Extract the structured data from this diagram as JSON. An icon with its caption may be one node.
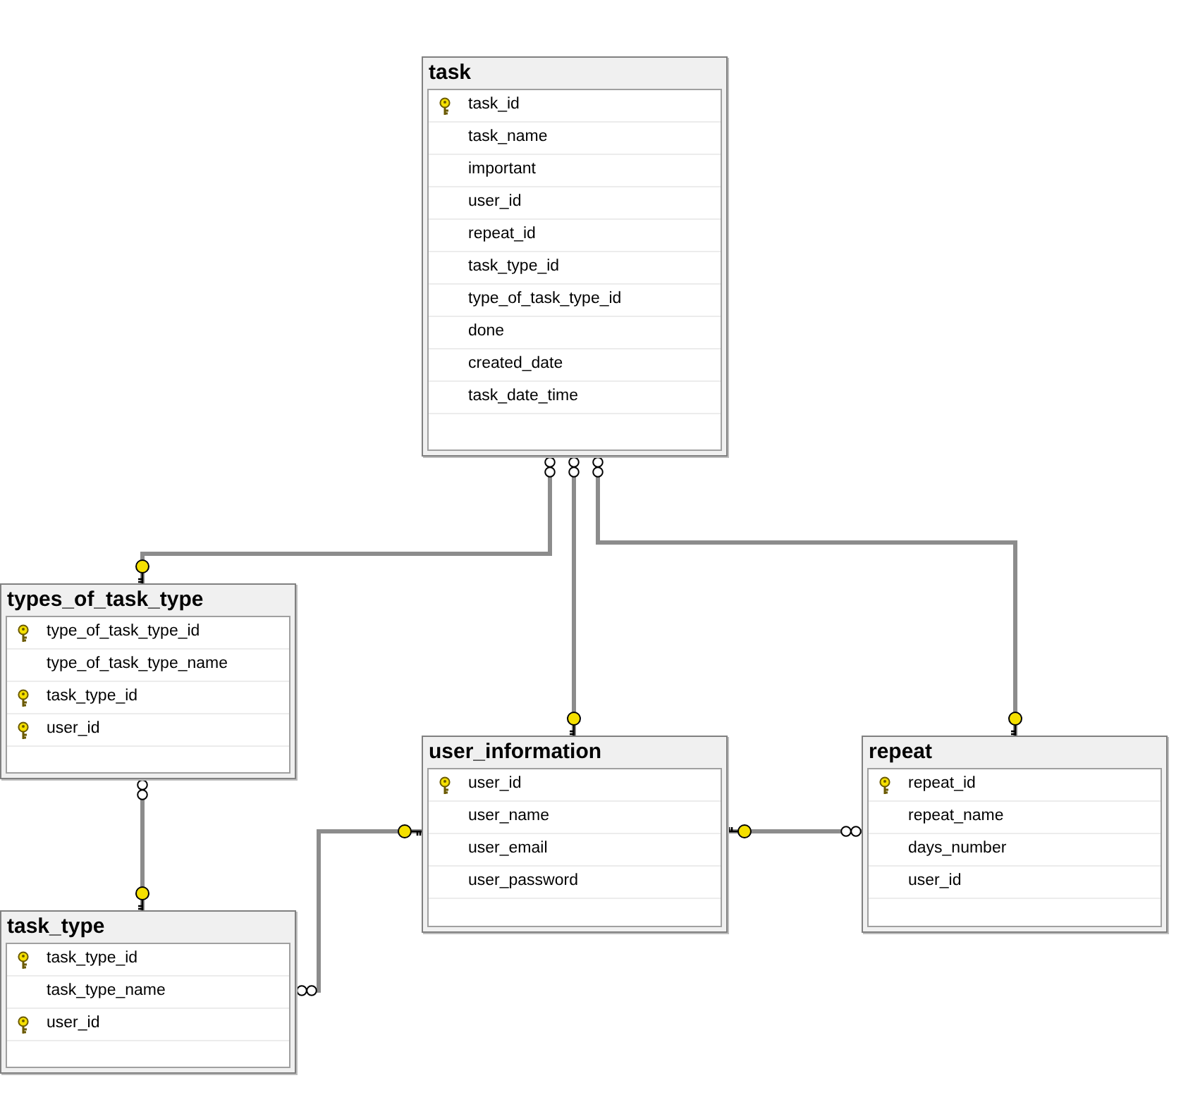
{
  "diagram": {
    "nodes": [
      {
        "text": [
          "task",
          "task_id",
          "task_name",
          "important",
          "user_id",
          "repeat_id",
          "task_type_id",
          "type_of_task_type_id",
          "done",
          "created_date",
          "task_date_time"
        ]
      },
      {
        "text": [
          "types_of_task_type",
          "type_of_task_type_id",
          "type_of_task_type_name",
          "task_type_id",
          "user_id"
        ]
      },
      {
        "text": [
          "user_information",
          "user_id",
          "user_name",
          "user_email",
          "user_password"
        ]
      },
      {
        "text": [
          "repeat",
          "repeat_id",
          "repeat_name",
          "days_number",
          "user_id"
        ]
      },
      {
        "text": [
          "task_type",
          "task_type_id",
          "task_type_name",
          "user_id"
        ]
      }
    ],
    "edges": [
      {
        "from": 0,
        "to": 1,
        "arrow": "other"
      },
      {
        "from": 0,
        "to": 2,
        "arrow": "other"
      },
      {
        "from": 0,
        "to": 3,
        "arrow": "other"
      },
      {
        "from": 1,
        "to": 4,
        "arrow": "other"
      },
      {
        "from": 4,
        "to": 2,
        "arrow": "other"
      },
      {
        "from": 3,
        "to": 2,
        "arrow": "other"
      }
    ]
  }
}
